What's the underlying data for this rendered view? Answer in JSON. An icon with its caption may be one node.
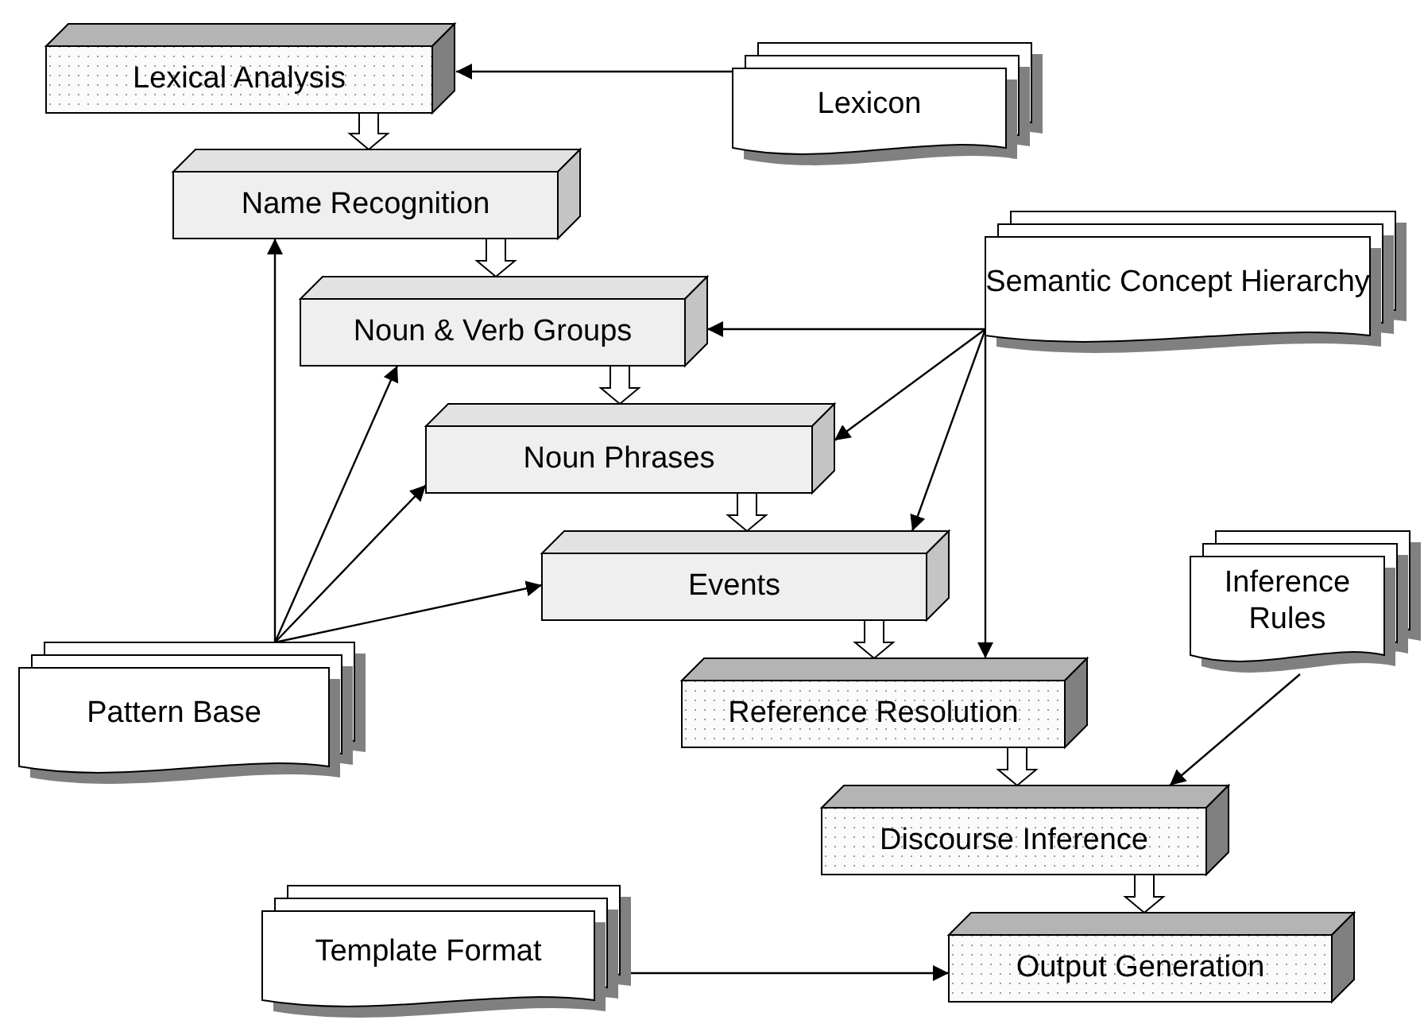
{
  "diagram": {
    "nodes": [
      {
        "text": [
          "Lexical Analysis"
        ]
      },
      {
        "text": [
          "Name Recognition"
        ]
      },
      {
        "text": [
          "Noun & Verb Groups"
        ]
      },
      {
        "text": [
          "Noun Phrases"
        ]
      },
      {
        "text": [
          "Events"
        ]
      },
      {
        "text": [
          "Reference Resolution"
        ]
      },
      {
        "text": [
          "Discourse Inference"
        ]
      },
      {
        "text": [
          "Output Generation"
        ]
      },
      {
        "text": [
          "Lexicon"
        ]
      },
      {
        "text": [
          "Semantic Concept Hierarchy"
        ]
      },
      {
        "text": [
          "Inference Rules"
        ]
      },
      {
        "text": [
          "Pattern Base"
        ]
      },
      {
        "text": [
          "Template Format"
        ]
      }
    ],
    "edges": [
      {
        "from": 8,
        "to": 0,
        "arrow": "to"
      },
      {
        "from": 0,
        "to": 1,
        "arrow": "to",
        "style": "thick"
      },
      {
        "from": 1,
        "to": 2,
        "arrow": "to",
        "style": "thick"
      },
      {
        "from": 2,
        "to": 3,
        "arrow": "to",
        "style": "thick"
      },
      {
        "from": 3,
        "to": 4,
        "arrow": "to",
        "style": "thick"
      },
      {
        "from": 4,
        "to": 5,
        "arrow": "to",
        "style": "thick"
      },
      {
        "from": 5,
        "to": 6,
        "arrow": "to",
        "style": "thick"
      },
      {
        "from": 6,
        "to": 7,
        "arrow": "to",
        "style": "thick"
      },
      {
        "from": 9,
        "to": 2,
        "arrow": "to"
      },
      {
        "from": 9,
        "to": 3,
        "arrow": "to"
      },
      {
        "from": 9,
        "to": 4,
        "arrow": "to"
      },
      {
        "from": 9,
        "to": 5,
        "arrow": "to"
      },
      {
        "from": 11,
        "to": 1,
        "arrow": "to"
      },
      {
        "from": 11,
        "to": 2,
        "arrow": "to"
      },
      {
        "from": 11,
        "to": 3,
        "arrow": "to"
      },
      {
        "from": 11,
        "to": 4,
        "arrow": "to"
      },
      {
        "from": 10,
        "to": 6,
        "arrow": "to"
      },
      {
        "from": 12,
        "to": 7,
        "arrow": "to"
      }
    ]
  }
}
